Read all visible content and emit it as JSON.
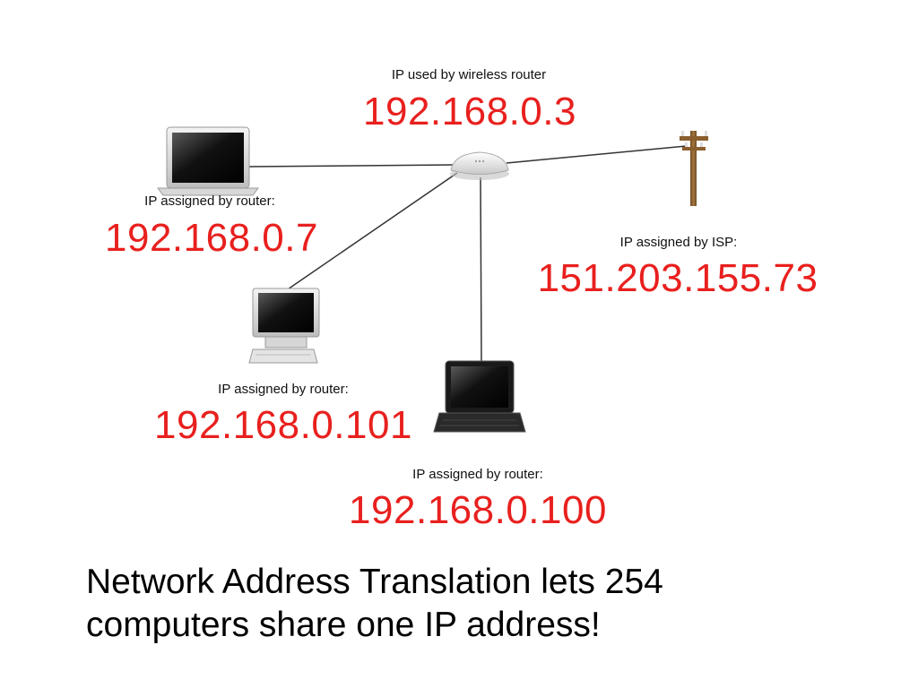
{
  "router": {
    "caption": "IP used by wireless router",
    "ip": "192.168.0.3"
  },
  "laptop_white": {
    "caption": "IP assigned by router:",
    "ip": "192.168.0.7"
  },
  "desktop": {
    "caption": "IP assigned by router:",
    "ip": "192.168.0.101"
  },
  "laptop_black": {
    "caption": "IP assigned by router:",
    "ip": "192.168.0.100"
  },
  "isp": {
    "caption": "IP assigned by ISP:",
    "ip": "151.203.155.73"
  },
  "statement": {
    "line1": "Network Address Translation lets 254",
    "line2": "computers share one IP address!"
  },
  "colors": {
    "ip_text": "#e8201e",
    "link_line": "#333333"
  },
  "icons": [
    "wireless-router-icon",
    "white-laptop-icon",
    "desktop-computer-icon",
    "black-laptop-icon",
    "utility-pole-icon"
  ]
}
